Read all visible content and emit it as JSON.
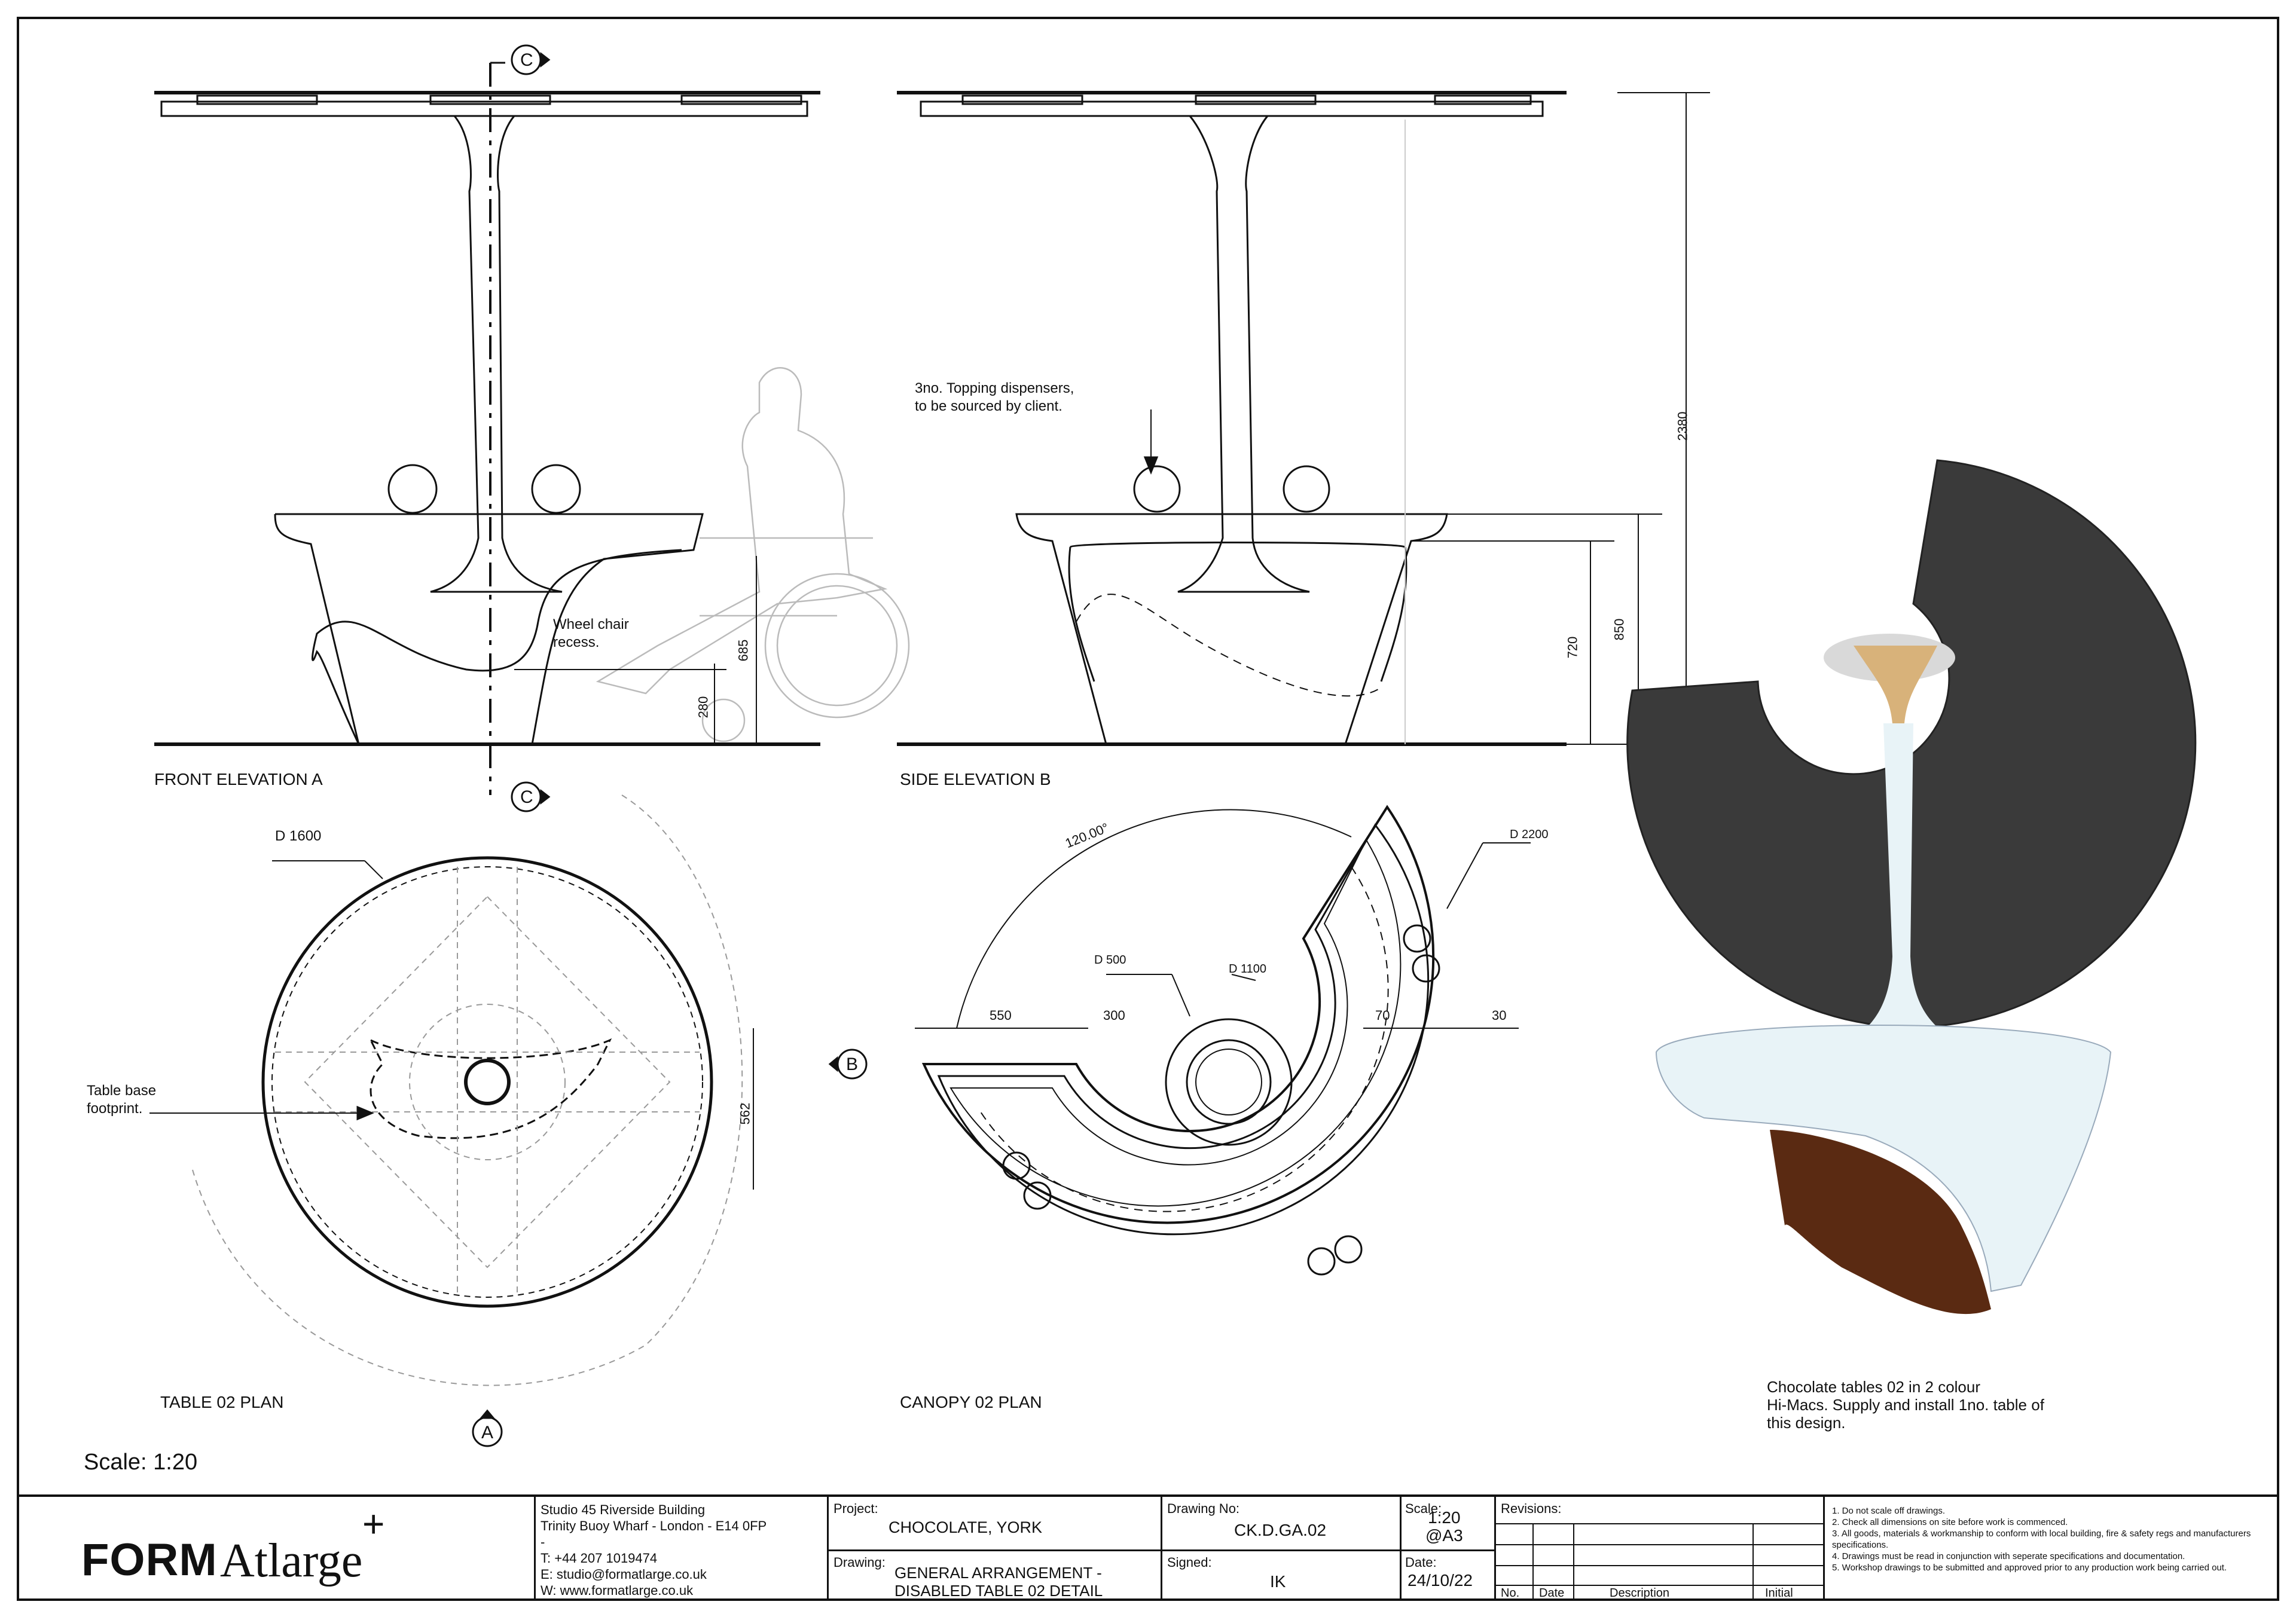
{
  "views": {
    "front_elevation": "FRONT ELEVATION A",
    "side_elevation": "SIDE ELEVATION B",
    "table_plan": "TABLE 02 PLAN",
    "canopy_plan": "CANOPY 02 PLAN"
  },
  "section_markers": {
    "c": "C",
    "b": "B",
    "a": "A"
  },
  "annotations": {
    "wheelchair": "Wheel chair\nrecess.",
    "dispensers": "3no. Topping dispensers,\nto be sourced by client.",
    "footprint": "Table base\nfootprint.",
    "render_caption": "Chocolate tables 02 in 2 colour\nHi-Macs. Supply and install 1no. table of\nthis design."
  },
  "dimensions": {
    "overall_height": "2380",
    "table_height": "850",
    "inner_height": "720",
    "recess_height": "685",
    "knee_height": "280",
    "table_diameter": "D 1600",
    "recess_depth": "562",
    "canopy_diameter": "D 2200",
    "centre_diameter": "D 500",
    "ring_diameter": "D 1100",
    "angle": "120.00°",
    "dim_550": "550",
    "dim_300": "300",
    "dim_70": "70",
    "dim_30": "30"
  },
  "scale_note": "Scale: 1:20",
  "title_block": {
    "logo_bold": "FORM",
    "logo_light": "Atlarge",
    "logo_plus": "+",
    "address": "Studio 45 Riverside Building\nTrinity Buoy Wharf - London - E14 0FP\n-\nT: +44 207 1019474\nE: studio@formatlarge.co.uk\nW: www.formatlarge.co.uk",
    "project_label": "Project:",
    "project": "CHOCOLATE, YORK",
    "drawing_label": "Drawing:",
    "drawing": "GENERAL ARRANGEMENT -\nDISABLED TABLE 02 DETAIL",
    "drawing_no_label": "Drawing No:",
    "drawing_no": "CK.D.GA.02",
    "signed_label": "Signed:",
    "signed": "IK",
    "scale_label": "Scale:",
    "scale": "1:20\n@A3",
    "date_label": "Date:",
    "date": "24/10/22",
    "revisions_label": "Revisions:",
    "rev_headers": [
      "No.",
      "Date",
      "Description",
      "Initial"
    ],
    "notes": [
      "1. Do not scale off drawings.",
      "2. Check all dimensions on site before work is commenced.",
      "3. All goods, materials & workmanship to conform with local building, fire & safety regs and manufacturers specifications.",
      "4. Drawings must be read in conjunction with seperate specifications and documentation.",
      "5. Workshop drawings to be submitted and approved prior to any production work being carried out."
    ]
  },
  "colors": {
    "line": "#111111",
    "canopy_render": "#3a3a3a",
    "table_render": "#e8f3f7",
    "chocolate": "#5a2a12",
    "topping": "#d8b27a"
  }
}
